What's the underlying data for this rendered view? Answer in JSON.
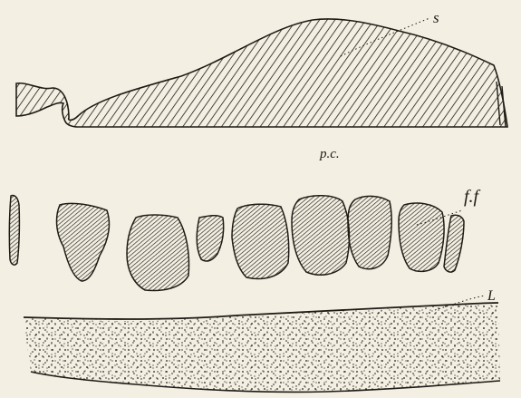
{
  "labels": {
    "s": "s",
    "pc": "p.c.",
    "ff": "f.f",
    "l": "L"
  },
  "colors": {
    "paper": "#f3efe2",
    "ink": "#1e1b16"
  }
}
